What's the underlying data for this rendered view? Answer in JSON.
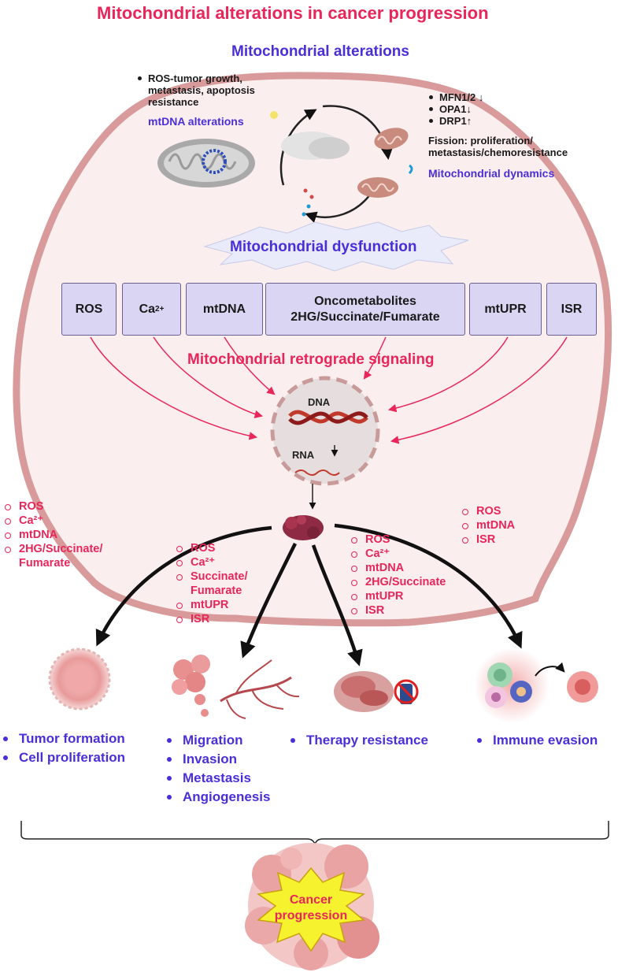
{
  "title": "Mitochondrial alterations in cancer progression",
  "alterations_heading": "Mitochondrial alterations",
  "mtdna_box": {
    "bullets": [
      "ROS-tumor growth, metastasis, apoptosis resistance"
    ],
    "label": "mtDNA alterations"
  },
  "dynamics_box": {
    "bullets": [
      "MFN1/2 ↓",
      "OPA1↓",
      "DRP1↑"
    ],
    "fission": "Fission: proliferation/ metastasis/chemoresistance",
    "label": "Mitochondrial dynamics"
  },
  "dysfunction_label": "Mitochondrial dysfunction",
  "signal_boxes": [
    {
      "text": "ROS"
    },
    {
      "text": "Ca",
      "sup": "2+"
    },
    {
      "text": "mtDNA"
    },
    {
      "text": "Oncometabolites",
      "line2": "2HG/Succinate/Fumarate"
    },
    {
      "text": "mtUPR"
    },
    {
      "text": "ISR"
    }
  ],
  "retrograde_label": "Mitochondrial retrograde signaling",
  "nucleus": {
    "dna": "DNA",
    "rna": "RNA"
  },
  "factor_lists": {
    "tumor": [
      "ROS",
      "Ca²⁺",
      "mtDNA",
      "2HG/Succinate/",
      "Fumarate"
    ],
    "migration": [
      "ROS",
      "Ca²⁺",
      "Succinate/",
      "Fumarate",
      "mtUPR",
      "ISR"
    ],
    "therapy": [
      "ROS",
      "Ca²⁺",
      "mtDNA",
      "2HG/Succinate",
      "mtUPR",
      "ISR"
    ],
    "immune": [
      "ROS",
      "mtDNA",
      "ISR"
    ]
  },
  "outcomes": {
    "tumor": [
      "Tumor formation",
      "Cell proliferation"
    ],
    "migration": [
      "Migration",
      "Invasion",
      "Metastasis",
      "Angiogenesis"
    ],
    "therapy": [
      "Therapy resistance"
    ],
    "immune": [
      "Immune evasion"
    ]
  },
  "cancer_label": {
    "line1": "Cancer",
    "line2": "progression"
  },
  "colors": {
    "title": "#e8265a",
    "heading": "#4a2fd9",
    "box_fill": "#d9d5f2",
    "cell_fill": "#fbeeee",
    "cell_border": "#d89a9a",
    "arrow": "#e8265a"
  },
  "icons": [
    "mitochondrion-icon",
    "mtdna-ring-icon",
    "dna-helix-icon",
    "protein-icon",
    "tumor-cell-icon",
    "blood-vessel-icon",
    "drug-resistance-icon",
    "immune-cells-icon",
    "cancer-mass-icon",
    "starburst-icon"
  ]
}
